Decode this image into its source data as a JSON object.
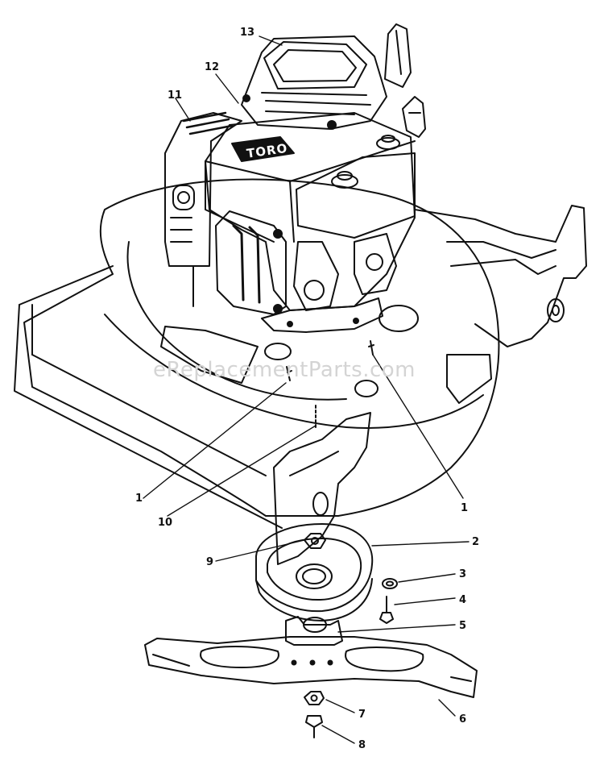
{
  "brand": {
    "text": "TORO"
  },
  "watermark": {
    "text": "eReplacementParts.com"
  },
  "callouts": [
    {
      "id": "13",
      "label": "13"
    },
    {
      "id": "12",
      "label": "12"
    },
    {
      "id": "11",
      "label": "11"
    },
    {
      "id": "1a",
      "label": "1"
    },
    {
      "id": "10",
      "label": "10"
    },
    {
      "id": "1b",
      "label": "1"
    },
    {
      "id": "2",
      "label": "2"
    },
    {
      "id": "9",
      "label": "9"
    },
    {
      "id": "3",
      "label": "3"
    },
    {
      "id": "4",
      "label": "4"
    },
    {
      "id": "5",
      "label": "5"
    },
    {
      "id": "6",
      "label": "6"
    },
    {
      "id": "7",
      "label": "7"
    },
    {
      "id": "8",
      "label": "8"
    }
  ],
  "colors": {
    "line": "#111111",
    "paper": "#ffffff",
    "watermark": "#d4d4d4"
  }
}
